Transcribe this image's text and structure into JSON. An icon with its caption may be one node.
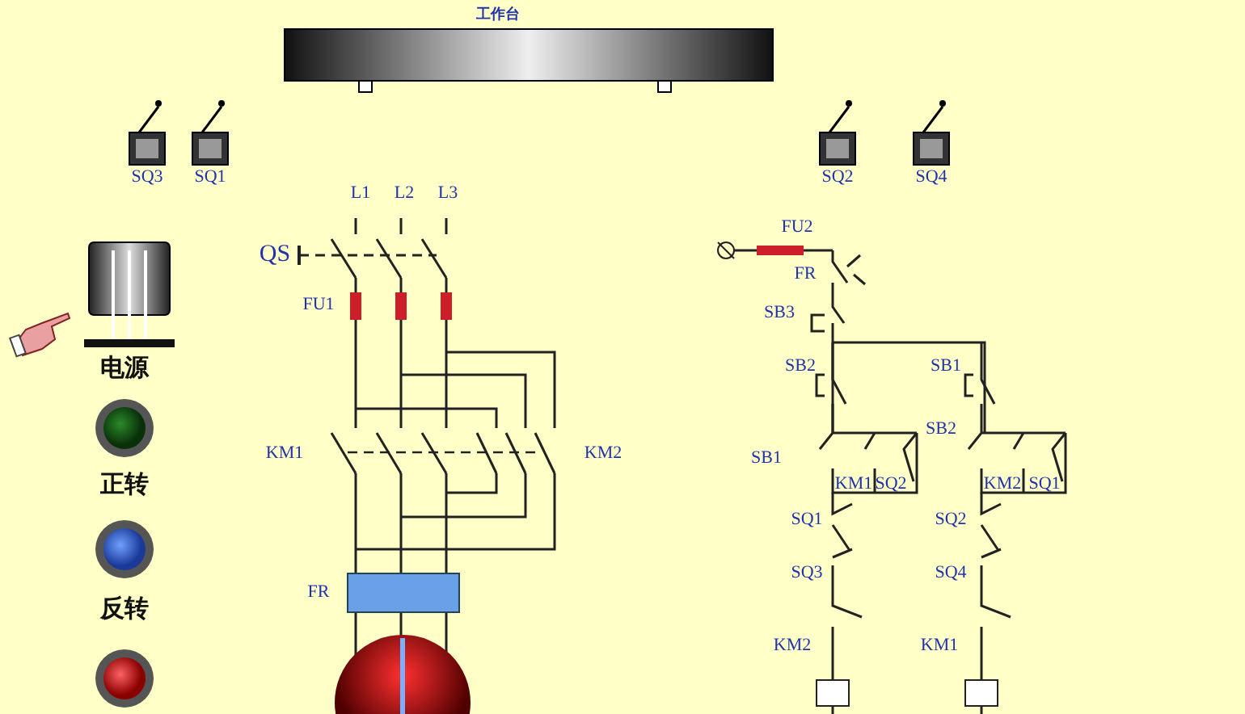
{
  "diagram": {
    "labels": [
      "工作台",
      "SQ3",
      "SQ1",
      "SQ2",
      "SQ4",
      "L1",
      "L2",
      "L3",
      "FU2",
      "QS",
      "FR",
      "FU1",
      "SB3",
      "电源",
      "SB2",
      "SB1",
      "SB2",
      "SB1",
      "KM1",
      "KM2",
      "KM1",
      "SQ2",
      "KM2",
      "SQ1",
      "正转",
      "SQ1",
      "SQ2",
      "SQ3",
      "SQ4",
      "FR",
      "反转",
      "KM2",
      "KM1"
    ]
  }
}
